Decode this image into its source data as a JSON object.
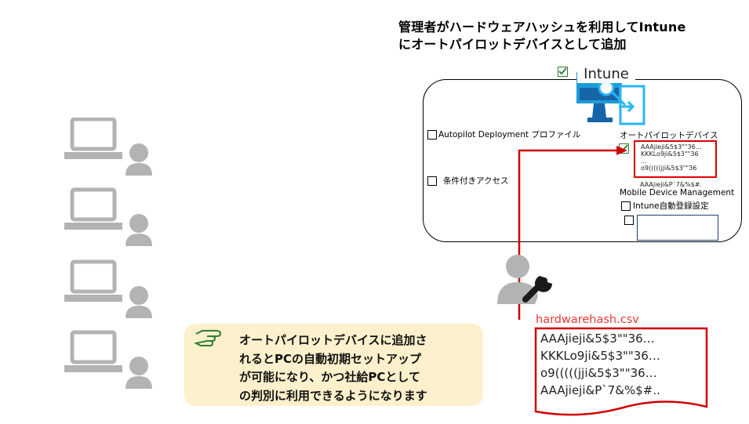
{
  "title": {
    "line1": "管理者がハードウェアハッシュを利用してIntune",
    "line2": "にオートパイロットデバイスとして追加"
  },
  "intune": {
    "label": "Intune"
  },
  "panel": {
    "autopilot_profile": "Autopilot Deployment プロファイル",
    "conditional_access": "条件付きアクセス",
    "autopilot_devices": "オートパイロットデバイス",
    "hash_lines": [
      "AAAjieji&5$3\"\"36…",
      "KKKLo9ji&5$3\"\"36",
      "…",
      "o9(((((jji&5$3\"\"36"
    ],
    "hash_extra": "AAAjieji&P`7&%$#.",
    "mdm": "Mobile Device Management",
    "auto_enroll": "Intune自動登録設定"
  },
  "csv": {
    "filename": "hardwarehash.csv",
    "lines": [
      "AAAjieji&5$3\"\"36…",
      "KKKLo9ji&5$3\"\"36…",
      "o9(((((jji&5$3\"\"36…",
      "AAAjieji&P`7&%$#.."
    ]
  },
  "note": {
    "lines": [
      "オートパイロットデバイスに追加さ",
      "れるとPCの自動初期セットアップ",
      "が可能になり、かつ社給PCとして",
      "の判別に利用できるようになります"
    ]
  },
  "colors": {
    "accent_red": "#d00000",
    "check_green": "#2e7d32",
    "gray_icon": "#b3b3b3",
    "note_bg": "#fdf0cc",
    "intune_blue": "#1e9bd7"
  },
  "icons": [
    "laptop-user-icon",
    "admin-wrench-icon",
    "intune-monitor-icon",
    "pointing-hand-icon",
    "checkmark-icon"
  ]
}
